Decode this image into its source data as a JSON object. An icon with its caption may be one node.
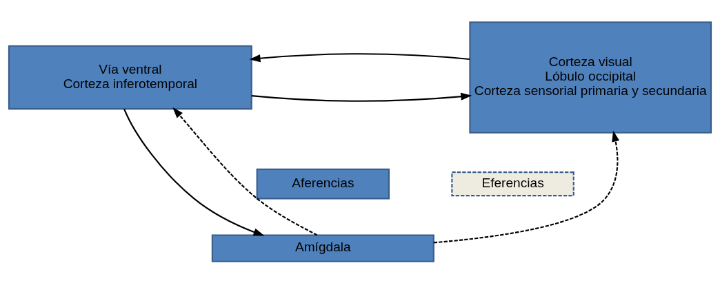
{
  "diagram": {
    "nodes": [
      {
        "text": [
          "Vía ventral",
          "Corteza inferotemporal"
        ]
      },
      {
        "text": [
          "Corteza visual",
          "Lóbulo occipital",
          "Corteza sensorial primaria y secundaria"
        ]
      },
      {
        "text": [
          "Aferencias"
        ]
      },
      {
        "text": [
          "Eferencias"
        ]
      },
      {
        "text": [
          "Amígdala"
        ]
      }
    ],
    "edges": [
      {
        "from": 0,
        "to": 1,
        "arrow": "to"
      },
      {
        "from": 1,
        "to": 0,
        "arrow": "to"
      },
      {
        "from": 0,
        "to": 4,
        "arrow": "to"
      },
      {
        "from": 4,
        "to": 0,
        "arrow": "to",
        "style": "dashed"
      },
      {
        "from": 4,
        "to": 1,
        "arrow": "to",
        "style": "dashed"
      }
    ]
  }
}
